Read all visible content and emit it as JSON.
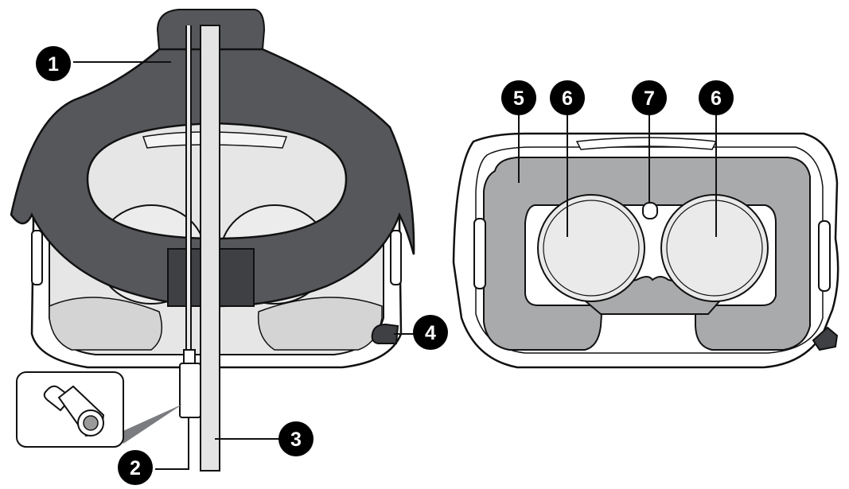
{
  "callouts": [
    {
      "id": "c1",
      "label": "1"
    },
    {
      "id": "c2",
      "label": "2"
    },
    {
      "id": "c3",
      "label": "3"
    },
    {
      "id": "c4",
      "label": "4"
    },
    {
      "id": "c5",
      "label": "5"
    },
    {
      "id": "c6a",
      "label": "6"
    },
    {
      "id": "c7",
      "label": "7"
    },
    {
      "id": "c6b",
      "label": "6"
    }
  ],
  "colors": {
    "strap": "#55575b",
    "strap_center": "#3e4044",
    "headset_shell": "#ffffff",
    "headset_interior": "#e6e6e6",
    "foam": "#a9aaac",
    "lens": "#eaeaea",
    "outline": "#111111",
    "callout_fill": "#000000",
    "cable": "#e4e4e4"
  }
}
